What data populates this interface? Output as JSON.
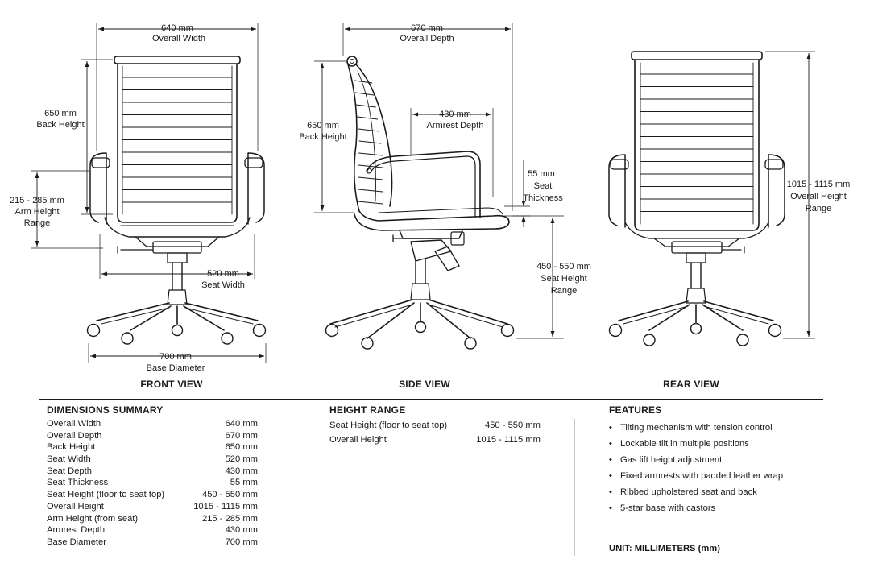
{
  "views": {
    "front": {
      "title": "FRONT VIEW",
      "dimensions": {
        "overall_width": [
          "640 mm",
          "Overall Width"
        ],
        "back_height": [
          "650 mm",
          "Back Height"
        ],
        "arm_height": [
          "215 - 285 mm",
          "Arm Height",
          "Range"
        ],
        "seat_width": [
          "520 mm",
          "Seat Width"
        ],
        "base_diameter": [
          "700 mm",
          "Base Diameter"
        ]
      }
    },
    "side": {
      "title": "SIDE VIEW",
      "dimensions": {
        "overall_depth": [
          "670 mm",
          "Overall Depth"
        ],
        "back_height": [
          "650 mm",
          "Back Height"
        ],
        "armrest_depth": [
          "430 mm",
          "Armrest Depth"
        ],
        "seat_thickness": [
          "55 mm",
          "Seat",
          "Thickness"
        ],
        "seat_height": [
          "450 - 550 mm",
          "Seat Height",
          "Range"
        ]
      }
    },
    "rear": {
      "title": "REAR VIEW",
      "dimensions": {
        "overall_height": [
          "1015 - 1115 mm",
          "Overall Height",
          "Range"
        ]
      }
    }
  },
  "summary": {
    "title": "DIMENSIONS SUMMARY",
    "rows": [
      {
        "label": "Overall Width",
        "value": "640 mm"
      },
      {
        "label": "Overall Depth",
        "value": "670 mm"
      },
      {
        "label": "Back Height",
        "value": "650 mm"
      },
      {
        "label": "Seat Width",
        "value": "520 mm"
      },
      {
        "label": "Seat Depth",
        "value": "430 mm"
      },
      {
        "label": "Seat Thickness",
        "value": "55 mm"
      },
      {
        "label": "Seat Height (floor to seat top)",
        "value": "450 - 550 mm"
      },
      {
        "label": "Overall Height",
        "value": "1015 - 1115 mm"
      },
      {
        "label": "Arm Height (from seat)",
        "value": "215 - 285 mm"
      },
      {
        "label": "Armrest Depth",
        "value": "430 mm"
      },
      {
        "label": "Base Diameter",
        "value": "700 mm"
      }
    ]
  },
  "height_range": {
    "title": "HEIGHT RANGE",
    "rows": [
      {
        "label": "Seat Height (floor to seat top)",
        "value": "450 - 550 mm"
      },
      {
        "label": "Overall Height",
        "value": "1015 - 1115 mm"
      }
    ]
  },
  "features": {
    "title": "FEATURES",
    "items": [
      "Tilting mechanism with tension control",
      "Lockable tilt in multiple positions",
      "Gas lift height adjustment",
      "Fixed armrests with padded leather wrap",
      "Ribbed upholstered seat and back",
      "5-star base with castors"
    ]
  },
  "unit_note": "UNIT: MILLIMETERS (mm)"
}
